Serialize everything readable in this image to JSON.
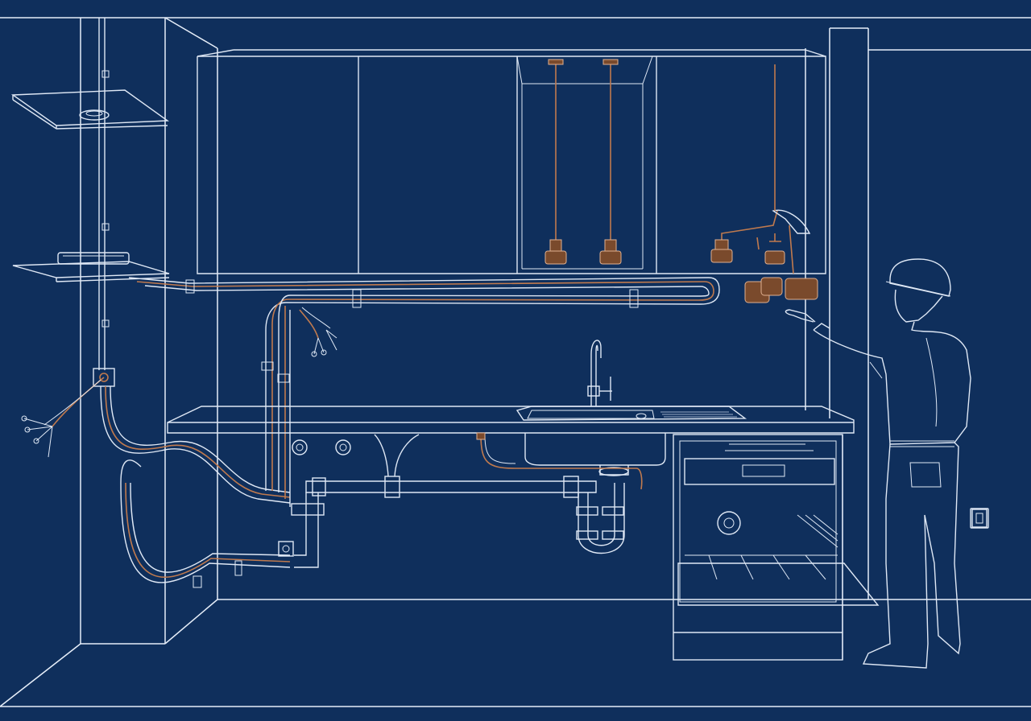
{
  "colors": {
    "background": "#0f2f5c",
    "linework": "#dfe8f5",
    "copper_wire": "#c07a4e",
    "fixture_fill": "#7a4a2c"
  },
  "elements": {
    "wall_mounted_shelves": 2,
    "upper_cabinet_doors": 4,
    "pendant_lights": 3,
    "under_cabinet_wire_runs": 2,
    "dishwasher_racks": 2,
    "technician": "worker-in-hard-hat"
  },
  "icons": [
    "light-switch-icon",
    "wall-outlet-icon",
    "junction-box-icon",
    "water-valve-icon"
  ]
}
